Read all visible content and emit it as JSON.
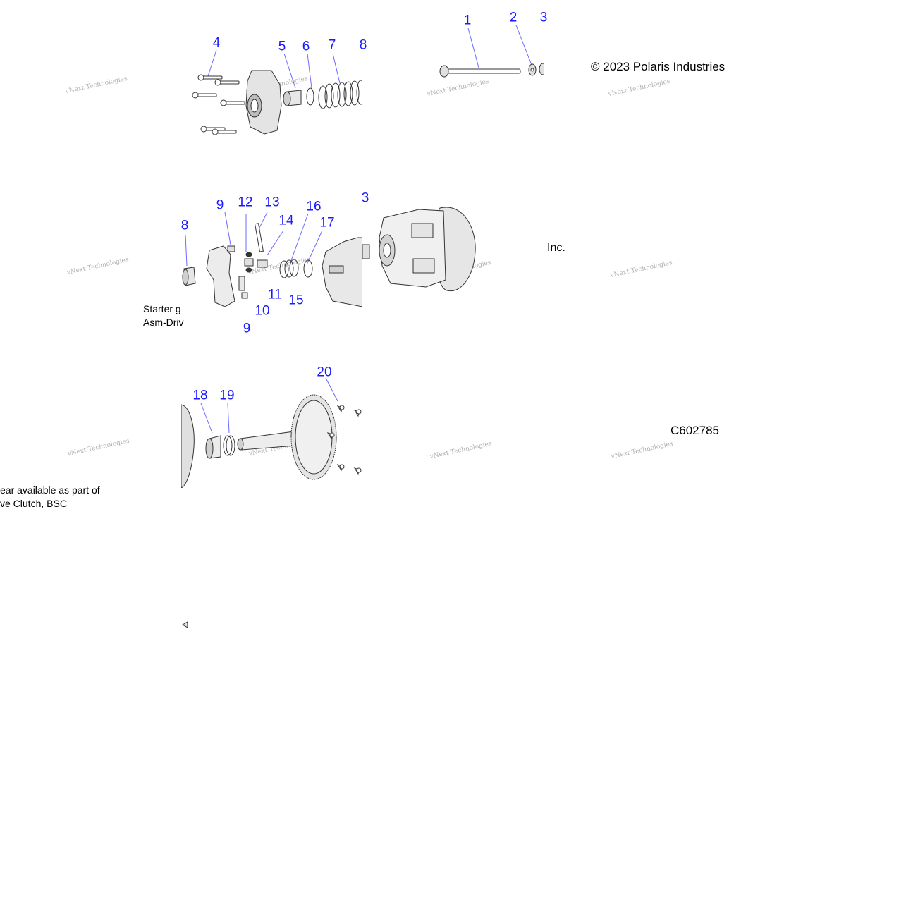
{
  "copyright": "© 2023 Polaris Industries",
  "inc_text": "Inc.",
  "figure_code": "C602785",
  "note_left_top": [
    "Starter g",
    "Asm-Driv"
  ],
  "note_left_bottom": [
    "ear available as part of",
    "ve Clutch, BSC"
  ],
  "watermark_text": "vNext Technologies",
  "callouts": {
    "c1": "1",
    "c2": "2",
    "c3a": "3",
    "c3b": "3",
    "c4": "4",
    "c5": "5",
    "c6": "6",
    "c7": "7",
    "c8a": "8",
    "c8b": "8",
    "c9a": "9",
    "c9b": "9",
    "c10": "10",
    "c11": "11",
    "c12": "12",
    "c13": "13",
    "c14": "14",
    "c15": "15",
    "c16": "16",
    "c17": "17",
    "c18": "18",
    "c19": "19",
    "c20": "20"
  },
  "colors": {
    "callout": "#1a1aff",
    "leader": "#6a6aff",
    "line": "#333333",
    "fill": "#d8d8d8"
  }
}
